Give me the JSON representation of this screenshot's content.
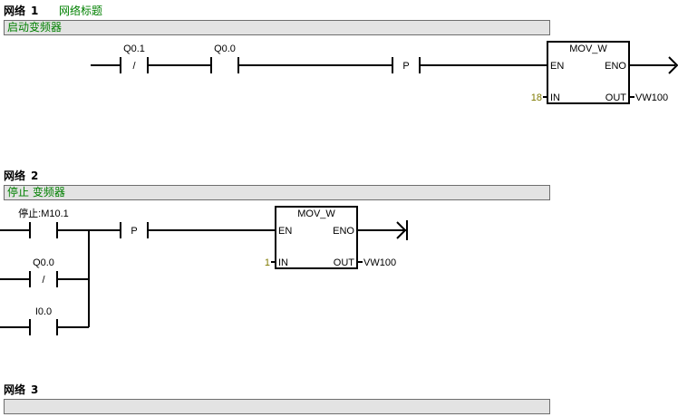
{
  "networks": [
    {
      "label": "网络",
      "number": "1",
      "title": "网络标题",
      "comment": "启动变频器",
      "contacts": [
        {
          "address": "Q0.1",
          "type": "normally-closed",
          "symbol": "/"
        },
        {
          "address": "Q0.0",
          "type": "normally-open",
          "symbol": ""
        },
        {
          "address": "",
          "type": "positive-edge",
          "symbol": "P"
        }
      ],
      "box": {
        "name": "MOV_W",
        "en": "EN",
        "eno": "ENO",
        "in": "IN",
        "out": "OUT",
        "in_value": "18",
        "out_value": "VW100"
      }
    },
    {
      "label": "网络",
      "number": "2",
      "title": "",
      "comment": "停止 变频器",
      "contacts": [
        {
          "address": "停止:M10.1",
          "type": "normally-open",
          "symbol": ""
        },
        {
          "address": "Q0.0",
          "type": "normally-closed",
          "symbol": "/"
        },
        {
          "address": "I0.0",
          "type": "normally-open",
          "symbol": ""
        },
        {
          "address": "",
          "type": "positive-edge",
          "symbol": "P"
        }
      ],
      "box": {
        "name": "MOV_W",
        "en": "EN",
        "eno": "ENO",
        "in": "IN",
        "out": "OUT",
        "in_value": "1",
        "out_value": "VW100"
      }
    },
    {
      "label": "网络",
      "number": "3",
      "title": "",
      "comment": ""
    }
  ]
}
